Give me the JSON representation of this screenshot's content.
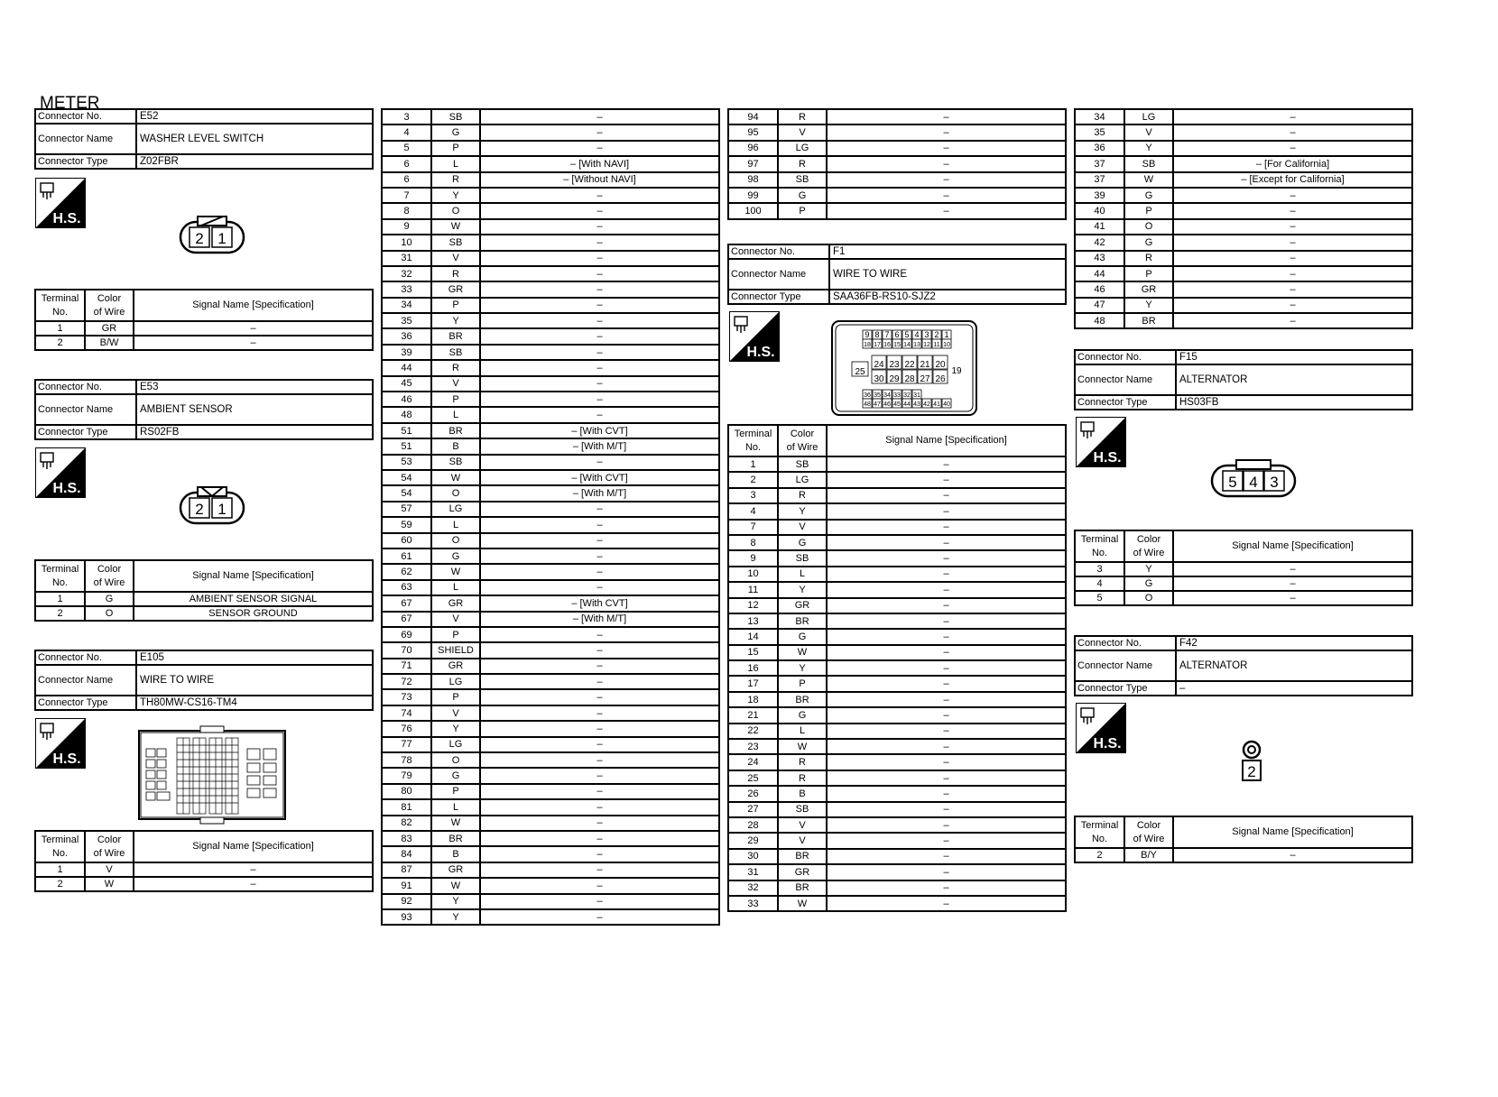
{
  "page_title": "METER",
  "labels": {
    "connector_no": "Connector No.",
    "connector_name": "Connector Name",
    "connector_type": "Connector Type",
    "terminal_no_l1": "Terminal",
    "terminal_no_l2": "No.",
    "color_l1": "Color",
    "color_l2": "of Wire",
    "signal": "Signal Name [Specification]",
    "hs": "H.S."
  },
  "connectors": {
    "E52": {
      "no": "E52",
      "name": "WASHER LEVEL SWITCH",
      "type": "Z02FBR",
      "rows": [
        [
          "1",
          "GR",
          "–"
        ],
        [
          "2",
          "B/W",
          "–"
        ]
      ],
      "pins": [
        "2",
        "1"
      ]
    },
    "E53": {
      "no": "E53",
      "name": "AMBIENT SENSOR",
      "type": "RS02FB",
      "rows": [
        [
          "1",
          "G",
          "AMBIENT SENSOR SIGNAL"
        ],
        [
          "2",
          "O",
          "SENSOR GROUND"
        ]
      ],
      "pins": [
        "2",
        "1"
      ]
    },
    "E105": {
      "no": "E105",
      "name": "WIRE TO WIRE",
      "type": "TH80MW-CS16-TM4",
      "rows": [
        [
          "1",
          "V",
          "–"
        ],
        [
          "2",
          "W",
          "–"
        ]
      ]
    },
    "F1": {
      "no": "F1",
      "name": "WIRE TO WIRE",
      "type": "SAA36FB-RS10-SJZ2",
      "pins_row1": [
        "9",
        "8",
        "7",
        "6",
        "5",
        "4",
        "3",
        "2",
        "1"
      ],
      "pins_row2": [
        "18",
        "17",
        "16",
        "15",
        "14",
        "13",
        "12",
        "11",
        "10"
      ],
      "pins_row3": [
        "24",
        "23",
        "22",
        "21",
        "20"
      ],
      "pins_row4": [
        "30",
        "29",
        "28",
        "27",
        "26"
      ],
      "pins_side": [
        "25",
        "19"
      ],
      "pins_row5": [
        "36",
        "35",
        "34",
        "33",
        "32",
        "31"
      ],
      "pins_row6": [
        "48",
        "47",
        "46",
        "45",
        "44",
        "43",
        "42",
        "41",
        "40"
      ]
    },
    "F15": {
      "no": "F15",
      "name": "ALTERNATOR",
      "type": "HS03FB",
      "rows": [
        [
          "3",
          "Y",
          "–"
        ],
        [
          "4",
          "G",
          "–"
        ],
        [
          "5",
          "O",
          "–"
        ]
      ],
      "pins": [
        "5",
        "4",
        "3"
      ]
    },
    "F42": {
      "no": "F42",
      "name": "ALTERNATOR",
      "type": "–",
      "rows": [
        [
          "2",
          "B/Y",
          "–"
        ]
      ],
      "pins": [
        "2"
      ]
    }
  },
  "e105_table_a": [
    [
      "3",
      "SB",
      "–"
    ],
    [
      "4",
      "G",
      "–"
    ],
    [
      "5",
      "P",
      "–"
    ],
    [
      "6",
      "L",
      "– [With NAVI]"
    ],
    [
      "6",
      "R",
      "– [Without NAVI]"
    ],
    [
      "7",
      "Y",
      "–"
    ],
    [
      "8",
      "O",
      "–"
    ],
    [
      "9",
      "W",
      "–"
    ],
    [
      "10",
      "SB",
      "–"
    ],
    [
      "31",
      "V",
      "–"
    ],
    [
      "32",
      "R",
      "–"
    ],
    [
      "33",
      "GR",
      "–"
    ],
    [
      "34",
      "P",
      "–"
    ],
    [
      "35",
      "Y",
      "–"
    ],
    [
      "36",
      "BR",
      "–"
    ],
    [
      "39",
      "SB",
      "–"
    ],
    [
      "44",
      "R",
      "–"
    ],
    [
      "45",
      "V",
      "–"
    ],
    [
      "46",
      "P",
      "–"
    ],
    [
      "48",
      "L",
      "–"
    ],
    [
      "51",
      "BR",
      "– [With CVT]"
    ],
    [
      "51",
      "B",
      "– [With M/T]"
    ],
    [
      "53",
      "SB",
      "–"
    ],
    [
      "54",
      "W",
      "– [With CVT]"
    ],
    [
      "54",
      "O",
      "– [With M/T]"
    ],
    [
      "57",
      "LG",
      "–"
    ],
    [
      "59",
      "L",
      "–"
    ],
    [
      "60",
      "O",
      "–"
    ],
    [
      "61",
      "G",
      "–"
    ],
    [
      "62",
      "W",
      "–"
    ],
    [
      "63",
      "L",
      "–"
    ],
    [
      "67",
      "GR",
      "– [With CVT]"
    ],
    [
      "67",
      "V",
      "– [With M/T]"
    ],
    [
      "69",
      "P",
      "–"
    ],
    [
      "70",
      "SHIELD",
      "–"
    ],
    [
      "71",
      "GR",
      "–"
    ],
    [
      "72",
      "LG",
      "–"
    ],
    [
      "73",
      "P",
      "–"
    ],
    [
      "74",
      "V",
      "–"
    ],
    [
      "76",
      "Y",
      "–"
    ],
    [
      "77",
      "LG",
      "–"
    ],
    [
      "78",
      "O",
      "–"
    ],
    [
      "79",
      "G",
      "–"
    ],
    [
      "80",
      "P",
      "–"
    ],
    [
      "81",
      "L",
      "–"
    ],
    [
      "82",
      "W",
      "–"
    ],
    [
      "83",
      "BR",
      "–"
    ],
    [
      "84",
      "B",
      "–"
    ],
    [
      "87",
      "GR",
      "–"
    ],
    [
      "91",
      "W",
      "–"
    ],
    [
      "92",
      "Y",
      "–"
    ],
    [
      "93",
      "Y",
      "–"
    ]
  ],
  "e105_table_b": [
    [
      "94",
      "R",
      "–"
    ],
    [
      "95",
      "V",
      "–"
    ],
    [
      "96",
      "LG",
      "–"
    ],
    [
      "97",
      "R",
      "–"
    ],
    [
      "98",
      "SB",
      "–"
    ],
    [
      "99",
      "G",
      "–"
    ],
    [
      "100",
      "P",
      "–"
    ]
  ],
  "f1_table_a": [
    [
      "1",
      "SB",
      "–"
    ],
    [
      "2",
      "LG",
      "–"
    ],
    [
      "3",
      "R",
      "–"
    ],
    [
      "4",
      "Y",
      "–"
    ],
    [
      "7",
      "V",
      "–"
    ],
    [
      "8",
      "G",
      "–"
    ],
    [
      "9",
      "SB",
      "–"
    ],
    [
      "10",
      "L",
      "–"
    ],
    [
      "11",
      "Y",
      "–"
    ],
    [
      "12",
      "GR",
      "–"
    ],
    [
      "13",
      "BR",
      "–"
    ],
    [
      "14",
      "G",
      "–"
    ],
    [
      "15",
      "W",
      "–"
    ],
    [
      "16",
      "Y",
      "–"
    ],
    [
      "17",
      "P",
      "–"
    ],
    [
      "18",
      "BR",
      "–"
    ],
    [
      "21",
      "G",
      "–"
    ],
    [
      "22",
      "L",
      "–"
    ],
    [
      "23",
      "W",
      "–"
    ],
    [
      "24",
      "R",
      "–"
    ],
    [
      "25",
      "R",
      "–"
    ],
    [
      "26",
      "B",
      "–"
    ],
    [
      "27",
      "SB",
      "–"
    ],
    [
      "28",
      "V",
      "–"
    ],
    [
      "29",
      "V",
      "–"
    ],
    [
      "30",
      "BR",
      "–"
    ],
    [
      "31",
      "GR",
      "–"
    ],
    [
      "32",
      "BR",
      "–"
    ],
    [
      "33",
      "W",
      "–"
    ]
  ],
  "f1_table_b": [
    [
      "34",
      "LG",
      "–"
    ],
    [
      "35",
      "V",
      "–"
    ],
    [
      "36",
      "Y",
      "–"
    ],
    [
      "37",
      "SB",
      "– [For California]"
    ],
    [
      "37",
      "W",
      "– [Except for California]"
    ],
    [
      "39",
      "G",
      "–"
    ],
    [
      "40",
      "P",
      "–"
    ],
    [
      "41",
      "O",
      "–"
    ],
    [
      "42",
      "G",
      "–"
    ],
    [
      "43",
      "R",
      "–"
    ],
    [
      "44",
      "P",
      "–"
    ],
    [
      "46",
      "GR",
      "–"
    ],
    [
      "47",
      "Y",
      "–"
    ],
    [
      "48",
      "BR",
      "–"
    ]
  ]
}
